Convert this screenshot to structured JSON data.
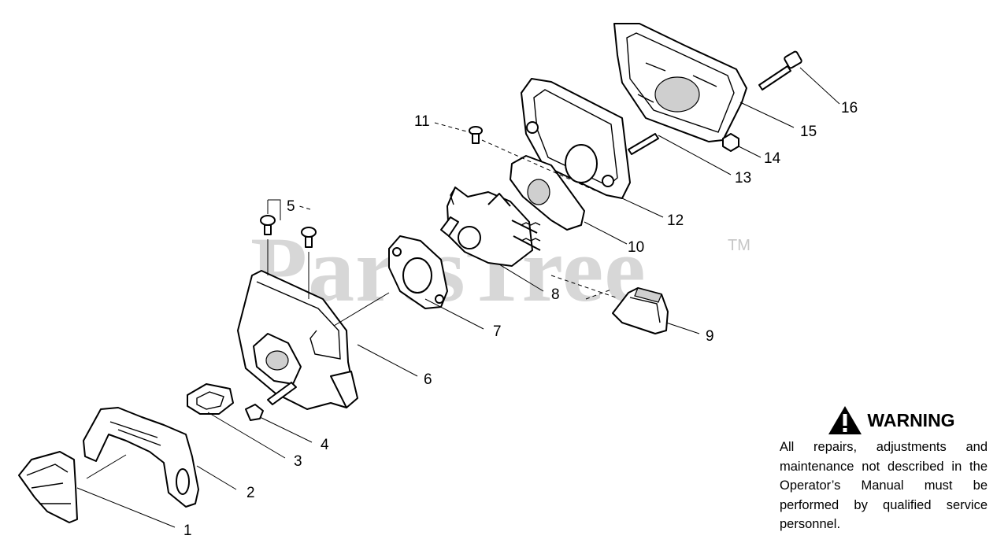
{
  "watermark": {
    "brand": "PartsTree",
    "trademark": "TM"
  },
  "callouts": [
    {
      "id": "c1",
      "label": "1"
    },
    {
      "id": "c2",
      "label": "2"
    },
    {
      "id": "c3",
      "label": "3"
    },
    {
      "id": "c4",
      "label": "4"
    },
    {
      "id": "c5",
      "label": "5"
    },
    {
      "id": "c6",
      "label": "6"
    },
    {
      "id": "c7",
      "label": "7"
    },
    {
      "id": "c8",
      "label": "8"
    },
    {
      "id": "c9",
      "label": "9"
    },
    {
      "id": "c10",
      "label": "10"
    },
    {
      "id": "c11",
      "label": "11"
    },
    {
      "id": "c12",
      "label": "12"
    },
    {
      "id": "c13",
      "label": "13"
    },
    {
      "id": "c14",
      "label": "14"
    },
    {
      "id": "c15",
      "label": "15"
    },
    {
      "id": "c16",
      "label": "16"
    }
  ],
  "warning": {
    "title": "WARNING",
    "body": "All repairs, adjustments and maintenance not described in the Operator’s Manual must be performed by qualified service personnel."
  }
}
